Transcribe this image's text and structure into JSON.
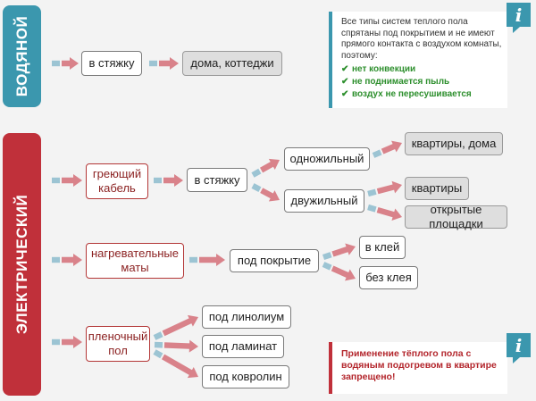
{
  "colors": {
    "accent_red": "#c0303a",
    "accent_blue": "#3b97ae",
    "arrow_red": "#d9828a",
    "arrow_blue": "#9cc4d3",
    "check_green": "#2d8f2d"
  },
  "water": {
    "label": "ВОДЯНОЙ",
    "screed": "в стяжку",
    "result": "дома, коттеджи"
  },
  "info_water": {
    "badge": "i",
    "icon": "info-icon",
    "text": "Все типы систем теплого пола спрятаны под покрытием и не имеют прямого контакта с воздухом комнаты, поэтому:",
    "items": [
      "нет конвекции",
      "не поднимается пыль",
      "воздух не пересушивается"
    ]
  },
  "electric": {
    "label": "ЭЛЕКТРИЧЕСКИЙ",
    "cable": "греющий кабель",
    "cable_screed": "в стяжку",
    "single_core": "одножильный",
    "twin_core": "двужильный",
    "apt_houses": "квартиры, дома",
    "apts": "квартиры",
    "open_areas": "открытые площадки",
    "mats": "нагревательные маты",
    "under_cover": "под покрытие",
    "in_glue": "в клей",
    "no_glue": "без клея",
    "film": "пленочный пол",
    "linoleum": "под линолиум",
    "laminate": "под ламинат",
    "carpet": "под ковролин"
  },
  "info_warning": {
    "badge": "i",
    "icon": "info-icon",
    "text": "Применение тёплого пола с водяным подогревом в квартире запрещено!"
  }
}
